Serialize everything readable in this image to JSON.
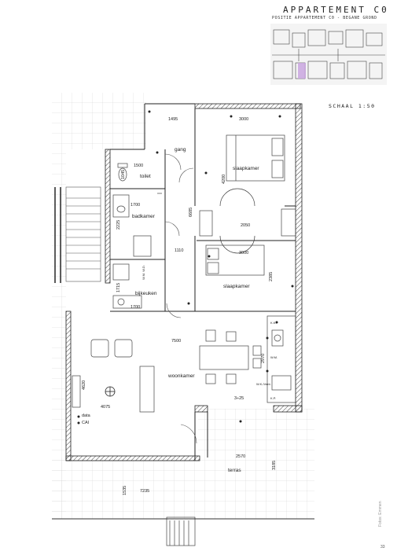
{
  "header": {
    "title": "APPARTEMENT C0",
    "subtitle": "POSITIE APPARTEMENT C0 - BEGANE GROND",
    "scale": "SCHAAL 1:50"
  },
  "rooms": {
    "gang": "gang",
    "toilet": "toilet",
    "badkamer": "badkamer",
    "bijkeuken": "bijkeuken",
    "slaapkamer_1": "slaapkamer",
    "slaapkamer_2": "slaapkamer",
    "woonkamer": "woonkamer",
    "terras": "terras"
  },
  "dimensions": {
    "d1495": "1495",
    "d3000a": "3000",
    "d1500": "1500",
    "d1045": "1045",
    "d4200": "4200",
    "d1700a": "1700",
    "d2225": "2225",
    "d6685": "6685",
    "d2050": "2050",
    "d1110": "1110",
    "d3000b": "3000",
    "d2385": "2385",
    "d1715": "1715",
    "d1700b": "1700",
    "d7500": "7500",
    "d2970": "2970",
    "d4620": "4620",
    "d4075": "4075",
    "d3x25": "3÷25",
    "d2570": "2570",
    "d3185": "3185",
    "d1535": "1535",
    "d7235": "7235"
  },
  "annotations": {
    "data": "data",
    "cai": "CAI",
    "kk": "K.K.",
    "wm": "W.M.",
    "wkvent": "W.K./Vent.",
    "kp": "K.P.",
    "wmwd": "W.M. W.D."
  },
  "footer": {
    "credit": "Fotos: Emmen",
    "page_number": "33"
  }
}
